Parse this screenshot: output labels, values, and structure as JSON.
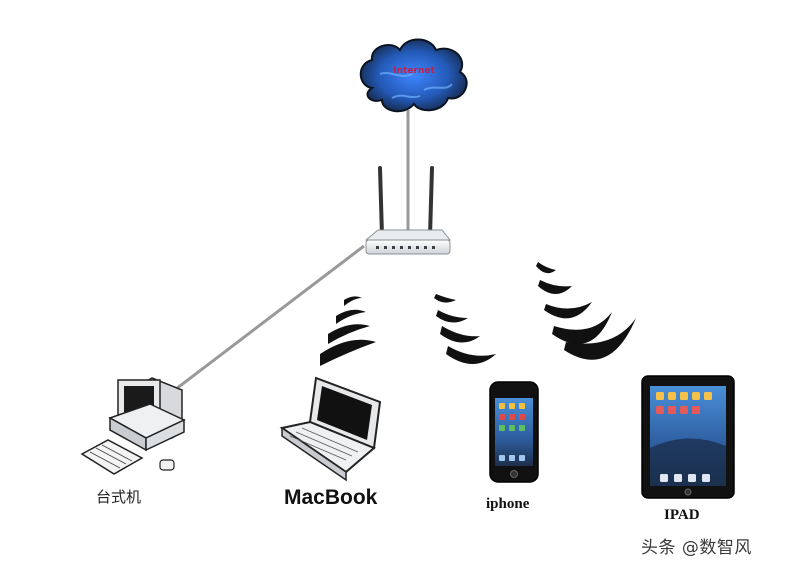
{
  "cloud": {
    "label": "Internet"
  },
  "devices": {
    "desktop": {
      "label": "台式机"
    },
    "macbook": {
      "label": "MacBook"
    },
    "iphone": {
      "label": "iphone"
    },
    "ipad": {
      "label": "IPAD"
    }
  },
  "watermark": {
    "text": "头条 @数智风"
  },
  "colors": {
    "cloud_dark": "#1a2a44",
    "cloud_blue": "#2f6fd6",
    "cloud_text": "#c0224a",
    "cable": "#8a8a8a",
    "wifi_arc": "#111111"
  }
}
